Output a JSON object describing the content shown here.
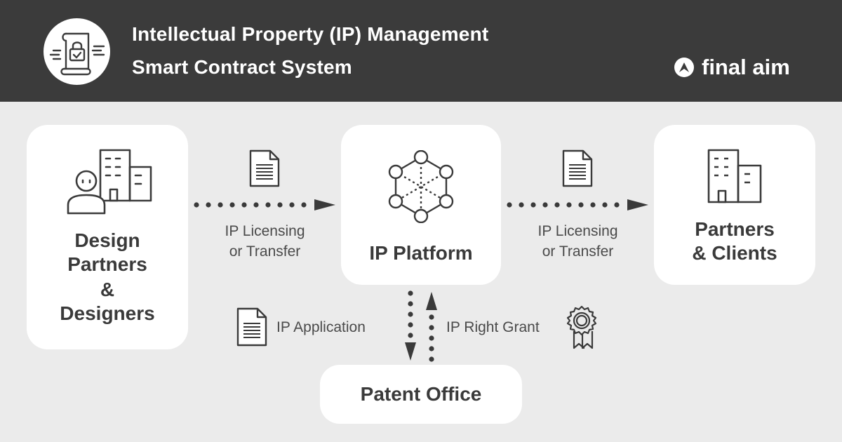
{
  "header": {
    "title_line1": "Intellectual Property (IP) Management",
    "title_line2": "Smart Contract System",
    "brand": "final aim",
    "background": "#3b3b3b"
  },
  "nodes": {
    "designers": {
      "label_lines": [
        "Design",
        "Partners",
        "&",
        "Designers"
      ],
      "icon": "person-building-icon"
    },
    "platform": {
      "label": "IP Platform",
      "icon": "network-hexagon-icon"
    },
    "clients": {
      "label_lines": [
        "Partners",
        "& Clients"
      ],
      "icon": "building-icon"
    },
    "patent_office": {
      "label": "Patent Office"
    }
  },
  "edges": {
    "left": {
      "label_lines": [
        "IP Licensing",
        "or Transfer"
      ],
      "icon": "document-icon"
    },
    "right": {
      "label_lines": [
        "IP Licensing",
        "or Transfer"
      ],
      "icon": "document-icon"
    },
    "down": {
      "label": "IP Application",
      "icon": "document-icon"
    },
    "up": {
      "label": "IP Right Grant",
      "icon": "award-ribbon-icon"
    }
  },
  "colors": {
    "canvas": "#ebebeb",
    "box": "#ffffff",
    "ink": "#3a3a3a"
  }
}
